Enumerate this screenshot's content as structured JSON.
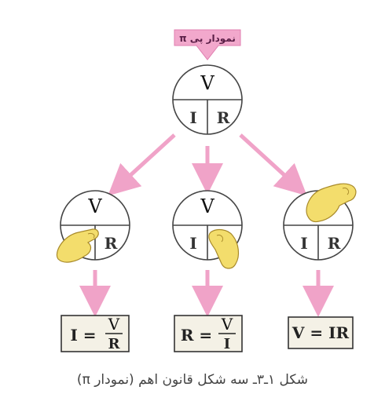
{
  "header_label": "نمودار پی π",
  "top_circle": {
    "top": "V",
    "left": "I",
    "right": "R"
  },
  "circles": [
    {
      "top": "V",
      "left": "",
      "right": "R"
    },
    {
      "top": "V",
      "left": "I",
      "right": ""
    },
    {
      "top": "",
      "left": "I",
      "right": "R"
    }
  ],
  "formulas": [
    {
      "lhs": "I =",
      "num": "V",
      "den": "R"
    },
    {
      "lhs": "R =",
      "num": "V",
      "den": "I"
    },
    {
      "text": "V = IR"
    }
  ],
  "caption": "شکل ۱ـ۳ـ سه شکل قانون اهم (نمودار π)",
  "colors": {
    "arrow": "#f0a3c8",
    "finger": "#f3dd6c",
    "box_fill": "#f4f1e6",
    "label_fill": "#f2a8cc"
  }
}
